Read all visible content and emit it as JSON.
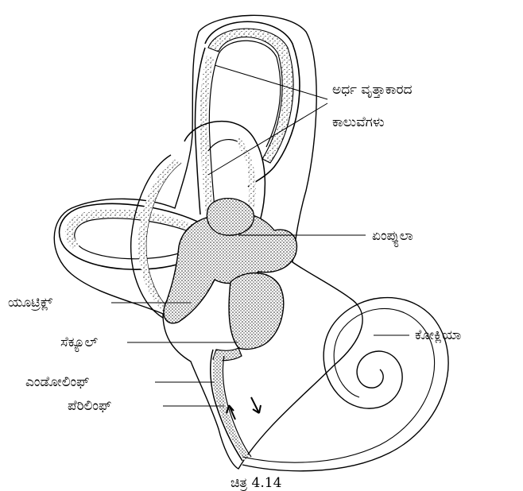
{
  "labels": {
    "semicircular_canals_line1": "ಅರ್ಧ ವೃತ್ತಾಕಾರದ",
    "semicircular_canals_line2": "ಕಾಲುವೆಗಳು",
    "ampulla": "ಏಂಪ್ಯುಲಾ",
    "utricle": "ಯೂಟ್ರಿಕ್ಲ್",
    "saccule": "ಸೆಕ್ಯೂಲ್",
    "cochlea": "ಕೋಕ್ಲಿಯಾ",
    "endolymph": "ಎಂಡೋಲಿಂಫ್",
    "perilymph": "ಪೆರಿಲಿಂಫ್"
  },
  "caption": "ಚಿತ್ರ 4.14"
}
